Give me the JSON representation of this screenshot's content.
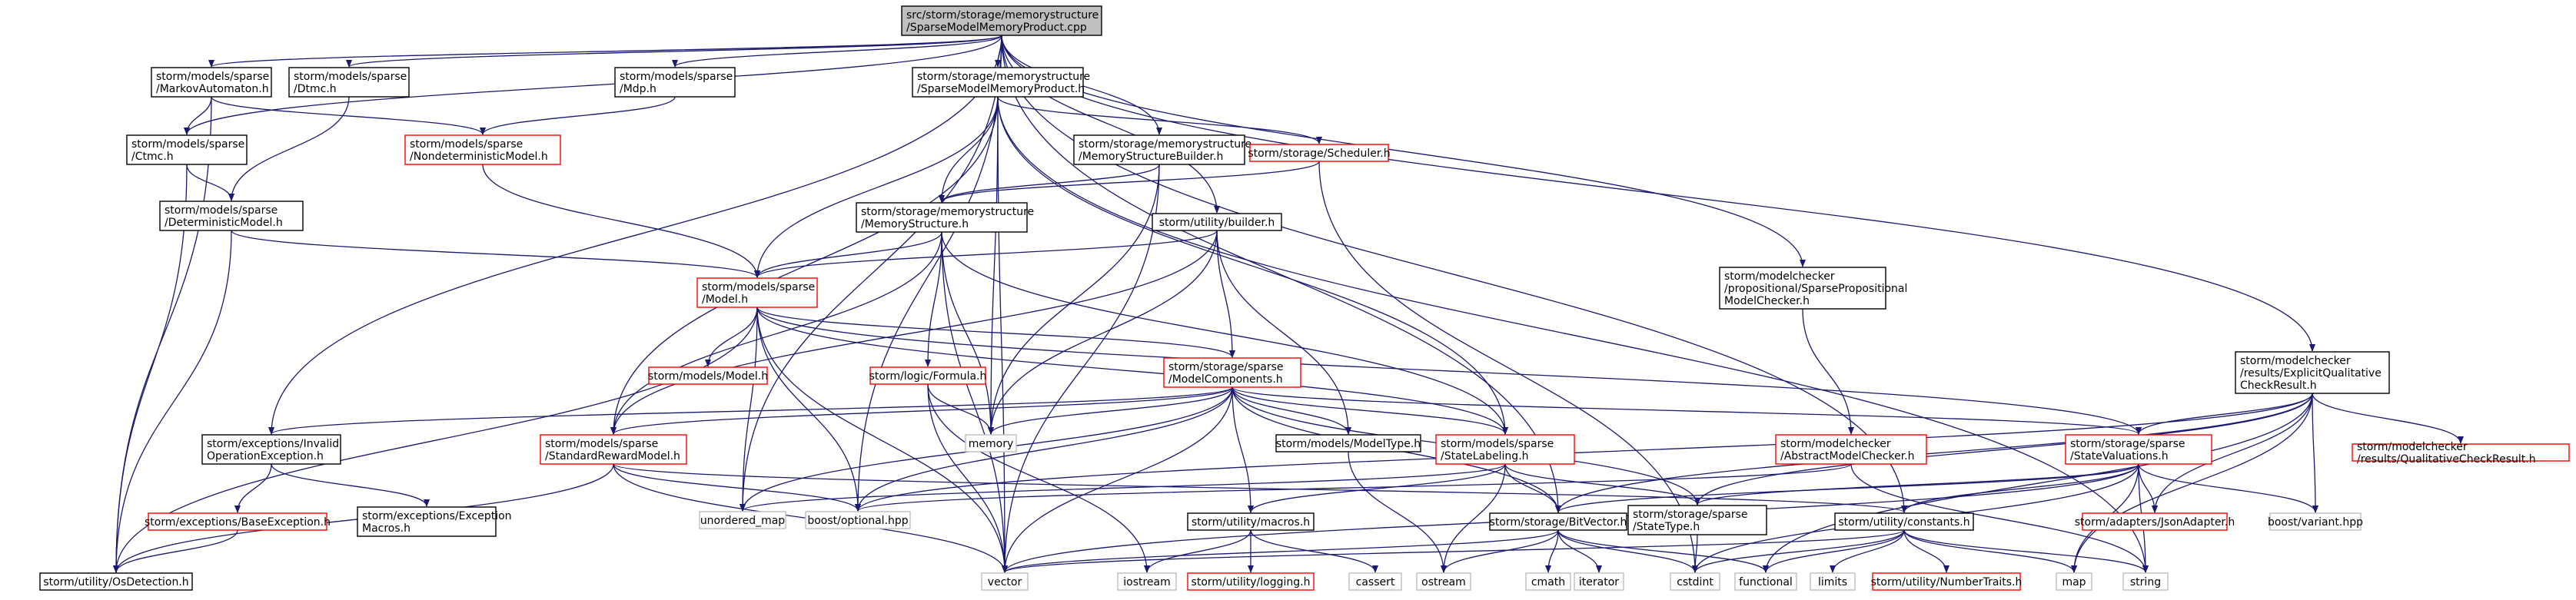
{
  "colors": {
    "edge": "#191970",
    "root_fill": "#bfbfbf",
    "black": "#000000",
    "red": "#ff0000",
    "gray": "#bfbfbf",
    "text": "#000000"
  },
  "nodes": [
    {
      "id": "root",
      "lines": [
        "src/storm/storage/memorystructure",
        "/SparseModelMemoryProduct.cpp"
      ],
      "style": "root"
    },
    {
      "id": "markov",
      "lines": [
        "storm/models/sparse",
        "/MarkovAutomaton.h"
      ],
      "style": "black"
    },
    {
      "id": "dtmc",
      "lines": [
        "storm/models/sparse",
        "/Dtmc.h"
      ],
      "style": "black"
    },
    {
      "id": "mdp",
      "lines": [
        "storm/models/sparse",
        "/Mdp.h"
      ],
      "style": "black"
    },
    {
      "id": "smmp_h",
      "lines": [
        "storm/storage/memorystructure",
        "/SparseModelMemoryProduct.h"
      ],
      "style": "black"
    },
    {
      "id": "ctmc",
      "lines": [
        "storm/models/sparse",
        "/Ctmc.h"
      ],
      "style": "black"
    },
    {
      "id": "nondet",
      "lines": [
        "storm/models/sparse",
        "/NondeterministicModel.h"
      ],
      "style": "red"
    },
    {
      "id": "msb",
      "lines": [
        "storm/storage/memorystructure",
        "/MemoryStructureBuilder.h"
      ],
      "style": "black"
    },
    {
      "id": "scheduler",
      "lines": [
        "storm/storage/Scheduler.h"
      ],
      "style": "red"
    },
    {
      "id": "det",
      "lines": [
        "storm/models/sparse",
        "/DeterministicModel.h"
      ],
      "style": "black"
    },
    {
      "id": "ms",
      "lines": [
        "storm/storage/memorystructure",
        "/MemoryStructure.h"
      ],
      "style": "black"
    },
    {
      "id": "builder",
      "lines": [
        "storm/utility/builder.h"
      ],
      "style": "black"
    },
    {
      "id": "model",
      "lines": [
        "storm/models/sparse",
        "/Model.h"
      ],
      "style": "red"
    },
    {
      "id": "spmc",
      "lines": [
        "storm/modelchecker",
        "/propositional/SparsePropositional",
        "ModelChecker.h"
      ],
      "style": "black"
    },
    {
      "id": "eqcr",
      "lines": [
        "storm/modelchecker",
        "/results/ExplicitQualitative",
        "CheckResult.h"
      ],
      "style": "black"
    },
    {
      "id": "mmodel",
      "lines": [
        "storm/models/Model.h"
      ],
      "style": "red"
    },
    {
      "id": "formula",
      "lines": [
        "storm/logic/Formula.h"
      ],
      "style": "red"
    },
    {
      "id": "mc",
      "lines": [
        "storm/storage/sparse",
        "/ModelComponents.h"
      ],
      "style": "red"
    },
    {
      "id": "ioe",
      "lines": [
        "storm/exceptions/Invalid",
        "OperationException.h"
      ],
      "style": "black"
    },
    {
      "id": "srm",
      "lines": [
        "storm/models/sparse",
        "/StandardRewardModel.h"
      ],
      "style": "red"
    },
    {
      "id": "memory",
      "lines": [
        "memory"
      ],
      "style": "gray"
    },
    {
      "id": "mtype",
      "lines": [
        "storm/models/ModelType.h"
      ],
      "style": "black"
    },
    {
      "id": "sl",
      "lines": [
        "storm/models/sparse",
        "/StateLabeling.h"
      ],
      "style": "red"
    },
    {
      "id": "amc",
      "lines": [
        "storm/modelchecker",
        "/AbstractModelChecker.h"
      ],
      "style": "red"
    },
    {
      "id": "sv",
      "lines": [
        "storm/storage/sparse",
        "/StateValuations.h"
      ],
      "style": "red"
    },
    {
      "id": "qcr",
      "lines": [
        "storm/modelchecker",
        "/results/QualitativeCheckResult.h"
      ],
      "style": "red"
    },
    {
      "id": "baseex",
      "lines": [
        "storm/exceptions/BaseException.h"
      ],
      "style": "red"
    },
    {
      "id": "exmacros",
      "lines": [
        "storm/exceptions/Exception",
        "Macros.h"
      ],
      "style": "black"
    },
    {
      "id": "umap",
      "lines": [
        "unordered_map"
      ],
      "style": "gray"
    },
    {
      "id": "boptional",
      "lines": [
        "boost/optional.hpp"
      ],
      "style": "gray"
    },
    {
      "id": "macros",
      "lines": [
        "storm/utility/macros.h"
      ],
      "style": "black"
    },
    {
      "id": "bitvector",
      "lines": [
        "storm/storage/BitVector.h"
      ],
      "style": "black"
    },
    {
      "id": "stype",
      "lines": [
        "storm/storage/sparse",
        "/StateType.h"
      ],
      "style": "black"
    },
    {
      "id": "jsonad",
      "lines": [
        "storm/adapters/JsonAdapter.h"
      ],
      "style": "red"
    },
    {
      "id": "constants",
      "lines": [
        "storm/utility/constants.h"
      ],
      "style": "black"
    },
    {
      "id": "bvariant",
      "lines": [
        "boost/variant.hpp"
      ],
      "style": "gray"
    },
    {
      "id": "osdet",
      "lines": [
        "storm/utility/OsDetection.h"
      ],
      "style": "black"
    },
    {
      "id": "vector",
      "lines": [
        "vector"
      ],
      "style": "gray"
    },
    {
      "id": "iostream",
      "lines": [
        "iostream"
      ],
      "style": "gray"
    },
    {
      "id": "logging",
      "lines": [
        "storm/utility/logging.h"
      ],
      "style": "red"
    },
    {
      "id": "cassert",
      "lines": [
        "cassert"
      ],
      "style": "gray"
    },
    {
      "id": "ostream",
      "lines": [
        "ostream"
      ],
      "style": "gray"
    },
    {
      "id": "cmath",
      "lines": [
        "cmath"
      ],
      "style": "gray"
    },
    {
      "id": "iterator",
      "lines": [
        "iterator"
      ],
      "style": "gray"
    },
    {
      "id": "cstdint",
      "lines": [
        "cstdint"
      ],
      "style": "gray"
    },
    {
      "id": "functional",
      "lines": [
        "functional"
      ],
      "style": "gray"
    },
    {
      "id": "limits",
      "lines": [
        "limits"
      ],
      "style": "gray"
    },
    {
      "id": "numtraits",
      "lines": [
        "storm/utility/NumberTraits.h"
      ],
      "style": "red"
    },
    {
      "id": "map",
      "lines": [
        "map"
      ],
      "style": "gray"
    },
    {
      "id": "string",
      "lines": [
        "string"
      ],
      "style": "gray"
    }
  ],
  "edges": [
    [
      "root",
      "markov"
    ],
    [
      "root",
      "dtmc"
    ],
    [
      "root",
      "mdp"
    ],
    [
      "root",
      "smmp_h"
    ],
    [
      "root",
      "ctmc"
    ],
    [
      "root",
      "msb"
    ],
    [
      "root",
      "builder"
    ],
    [
      "root",
      "spmc"
    ],
    [
      "root",
      "eqcr"
    ],
    [
      "root",
      "ioe"
    ],
    [
      "root",
      "bitvector"
    ],
    [
      "root",
      "constants"
    ],
    [
      "root",
      "boptional"
    ],
    [
      "root",
      "umap"
    ],
    [
      "markov",
      "ctmc"
    ],
    [
      "markov",
      "nondet"
    ],
    [
      "markov",
      "osdet"
    ],
    [
      "dtmc",
      "det"
    ],
    [
      "mdp",
      "nondet"
    ],
    [
      "ctmc",
      "det"
    ],
    [
      "ctmc",
      "osdet"
    ],
    [
      "nondet",
      "model"
    ],
    [
      "det",
      "model"
    ],
    [
      "det",
      "osdet"
    ],
    [
      "smmp_h",
      "ms"
    ],
    [
      "smmp_h",
      "model"
    ],
    [
      "smmp_h",
      "scheduler"
    ],
    [
      "smmp_h",
      "srm"
    ],
    [
      "smmp_h",
      "memory"
    ],
    [
      "smmp_h",
      "vector"
    ],
    [
      "smmp_h",
      "sl"
    ],
    [
      "smmp_h",
      "string"
    ],
    [
      "msb",
      "ms"
    ],
    [
      "msb",
      "memory"
    ],
    [
      "msb",
      "vector"
    ],
    [
      "scheduler",
      "ms"
    ],
    [
      "scheduler",
      "cstdint"
    ],
    [
      "ms",
      "model"
    ],
    [
      "ms",
      "formula"
    ],
    [
      "ms",
      "memory"
    ],
    [
      "ms",
      "srm"
    ],
    [
      "ms",
      "sl"
    ],
    [
      "ms",
      "vector"
    ],
    [
      "builder",
      "model"
    ],
    [
      "builder",
      "mc"
    ],
    [
      "builder",
      "mtype"
    ],
    [
      "builder",
      "srm"
    ],
    [
      "builder",
      "memory"
    ],
    [
      "model",
      "mmodel"
    ],
    [
      "model",
      "mc"
    ],
    [
      "model",
      "sl"
    ],
    [
      "model",
      "sv"
    ],
    [
      "model",
      "osdet"
    ],
    [
      "model",
      "boptional"
    ],
    [
      "model",
      "umap"
    ],
    [
      "model",
      "vector"
    ],
    [
      "spmc",
      "amc"
    ],
    [
      "eqcr",
      "qcr"
    ],
    [
      "eqcr",
      "sv"
    ],
    [
      "eqcr",
      "bitvector"
    ],
    [
      "eqcr",
      "stype"
    ],
    [
      "eqcr",
      "jsonad"
    ],
    [
      "eqcr",
      "bvariant"
    ],
    [
      "eqcr",
      "map"
    ],
    [
      "eqcr",
      "functional"
    ],
    [
      "eqcr",
      "boptional"
    ],
    [
      "formula",
      "memory"
    ],
    [
      "formula",
      "vector"
    ],
    [
      "formula",
      "iostream"
    ],
    [
      "mc",
      "ioe"
    ],
    [
      "mc",
      "srm"
    ],
    [
      "mc",
      "memory"
    ],
    [
      "mc",
      "mtype"
    ],
    [
      "mc",
      "sl"
    ],
    [
      "mc",
      "sv"
    ],
    [
      "mc",
      "bitvector"
    ],
    [
      "mc",
      "stype"
    ],
    [
      "mc",
      "macros"
    ],
    [
      "mc",
      "boptional"
    ],
    [
      "mc",
      "umap"
    ],
    [
      "mc",
      "vector"
    ],
    [
      "ioe",
      "baseex"
    ],
    [
      "ioe",
      "exmacros"
    ],
    [
      "srm",
      "boptional"
    ],
    [
      "srm",
      "vector"
    ],
    [
      "srm",
      "constants"
    ],
    [
      "srm",
      "osdet"
    ],
    [
      "mtype",
      "ostream"
    ],
    [
      "sl",
      "bitvector"
    ],
    [
      "sl",
      "stype"
    ],
    [
      "sl",
      "macros"
    ],
    [
      "sl",
      "ostream"
    ],
    [
      "sl",
      "umap"
    ],
    [
      "amc",
      "boptional"
    ],
    [
      "amc",
      "string"
    ],
    [
      "sv",
      "bitvector"
    ],
    [
      "sv",
      "stype"
    ],
    [
      "sv",
      "jsonad"
    ],
    [
      "sv",
      "bvariant"
    ],
    [
      "sv",
      "constants"
    ],
    [
      "sv",
      "string"
    ],
    [
      "sv",
      "map"
    ],
    [
      "sv",
      "vector"
    ],
    [
      "sv",
      "cstdint"
    ],
    [
      "baseex",
      "osdet"
    ],
    [
      "macros",
      "logging"
    ],
    [
      "macros",
      "cassert"
    ],
    [
      "macros",
      "iostream"
    ],
    [
      "bitvector",
      "ostream"
    ],
    [
      "bitvector",
      "cmath"
    ],
    [
      "bitvector",
      "iterator"
    ],
    [
      "bitvector",
      "cstdint"
    ],
    [
      "bitvector",
      "vector"
    ],
    [
      "bitvector",
      "functional"
    ],
    [
      "stype",
      "cstdint"
    ],
    [
      "constants",
      "numtraits"
    ],
    [
      "constants",
      "limits"
    ],
    [
      "constants",
      "cstdint"
    ],
    [
      "constants",
      "functional"
    ],
    [
      "constants",
      "map"
    ],
    [
      "constants",
      "string"
    ],
    [
      "constants",
      "vector"
    ]
  ]
}
